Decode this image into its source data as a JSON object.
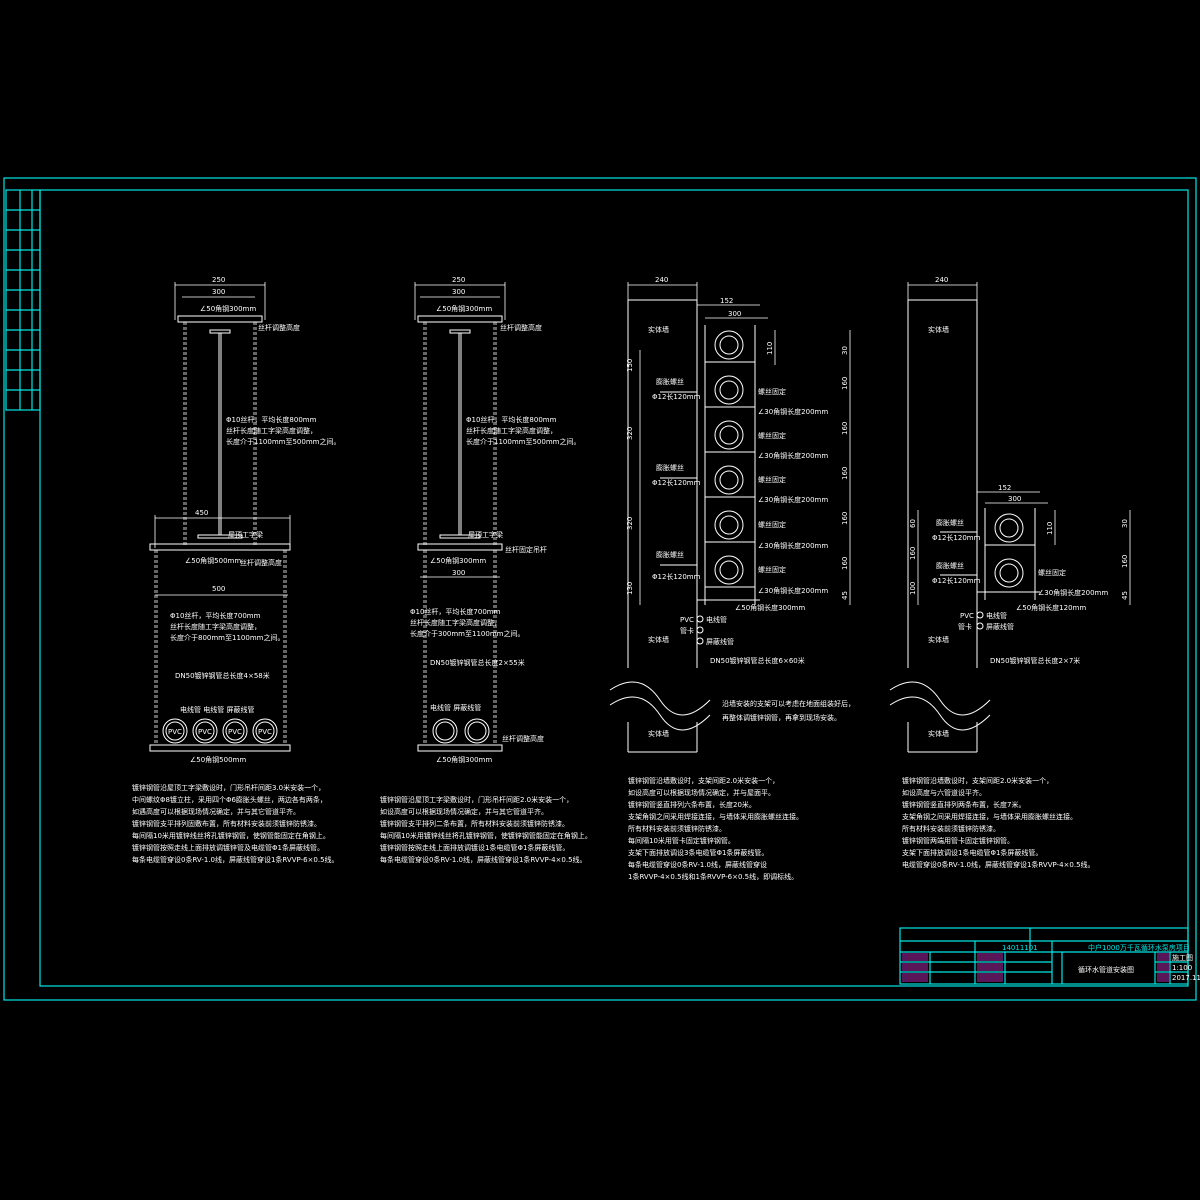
{
  "colors": {
    "background": "#000000",
    "frame": "#00e5e5",
    "lines": "#ffffff",
    "accent": "#ff40ff"
  },
  "view1": {
    "dim_top_outer": "250",
    "dim_top_inner": "300",
    "angle_top": "∠50角钢300mm",
    "label_top": "丝杆调整高度",
    "rod_note_1": "Φ10丝杆，平均长度800mm",
    "rod_note_2": "丝杆长度随工字梁高度调整，",
    "rod_note_3": "长度介于1100mm至500mm之间。",
    "beam_width": "450",
    "beam_label": "屋顶工字梁",
    "angle_mid": "∠50角钢500mm",
    "label_mid": "丝杆调整高度",
    "dim_mid_outer": "500",
    "rod2_note_1": "Φ10丝杆，平均长度700mm",
    "rod2_note_2": "丝杆长度随工字梁高度调整，",
    "rod2_note_3": "长度介于800mm至1100mm之间。",
    "pipe_total": "DN50镀锌钢管总长度4×58米",
    "pipe_labels": "电线管  电线管  屏蔽线管",
    "pipe_marks": [
      "PVC",
      "PVC",
      "PVC",
      "PVC"
    ],
    "angle_bottom": "∠50角钢500mm"
  },
  "view2": {
    "dim_top_outer": "250",
    "dim_top_inner": "300",
    "angle_top": "∠50角钢300mm",
    "label_top": "丝杆调整高度",
    "rod_note_1": "Φ10丝杆，平均长度800mm",
    "rod_note_2": "丝杆长度随工字梁高度调整，",
    "rod_note_3": "长度介于1100mm至500mm之间。",
    "beam_label": "屋顶工字梁",
    "fix_label": "丝杆固定吊杆",
    "angle_mid": "∠50角钢300mm",
    "dim_mid": "300",
    "rod2_note_1": "Φ10丝杆，平均长度700mm",
    "rod2_note_2": "丝杆长度随工字梁高度调整，",
    "rod2_note_3": "长度介于300mm至1100mm之间。",
    "pipe_total": "DN50镀锌钢管总长度2×55米",
    "pipe_labels": "电线管  屏蔽线管",
    "label_bottom": "丝杆调整高度",
    "angle_bottom": "∠50角钢300mm"
  },
  "view3": {
    "wall_dim": "240",
    "dim_152": "152",
    "dim_300": "300",
    "wall_label_top": "实体墙",
    "wall_label_mid": "实体墙",
    "wall_label_bottom": "实体墙",
    "left_dims": [
      "150",
      "320",
      "320",
      "130"
    ],
    "right_dims": [
      "110",
      "30",
      "160",
      "160",
      "160",
      "160",
      "160",
      "45"
    ],
    "bolt_label": "膨胀螺丝",
    "bolt_spec": "Φ12长120mm",
    "fix_label": "螺丝固定",
    "angle_label": "∠30角钢长度200mm",
    "angle_last": "∠50角钢长度300mm",
    "legend": [
      "PVC",
      "管卡",
      "电线管",
      "屏蔽线管"
    ],
    "pipe_total": "DN50镀锌钢管总长度6×60米",
    "note_1": "沿墙安装的支架可以考虑在地面组装好后，",
    "note_2": "再整体调镀锌钢管，再拿到现场安装。"
  },
  "view4": {
    "wall_dim": "240",
    "dim_152": "152",
    "dim_300": "300",
    "wall_label_top": "实体墙",
    "wall_label_mid": "实体墙",
    "wall_label_bottom": "实体墙",
    "left_dims": [
      "60",
      "160",
      "100"
    ],
    "right_dims": [
      "110",
      "30",
      "160",
      "45"
    ],
    "bolt_label": "膨胀螺丝",
    "bolt_spec": "Φ12长120mm",
    "fix_label": "螺丝固定",
    "angle_label": "∠30角钢长度200mm",
    "angle_last": "∠50角钢长度120mm",
    "legend": [
      "PVC",
      "电线管",
      "管卡",
      "屏蔽线管"
    ],
    "pipe_total": "DN50镀锌钢管总长度2×7米"
  },
  "notes_1": [
    "镀锌钢管沿屋顶工字梁敷设时，门形吊杆间距3.0米安装一个，",
    "中间螺纹Φ8镀立柱，采用四个Φ6膨胀头螺丝，两边各有两条，",
    "如遇高度可以根据现场情况确定，并与其它管道平齐。",
    "镀锌钢管支平排列固敷布置，所有材料安装前须镀锌防锈漆。",
    "每间隔10米用镀锌线丝将孔镀锌钢管，使钢管能固定在角钢上。",
    "镀锌钢管按照走线上面排放调镀锌管及电缆管Φ1条屏蔽线管。",
    "每条电缆管穿设0条RV-1.0线，屏蔽线管穿设1条RVVP-6×0.5线。"
  ],
  "notes_2": [
    "镀锌钢管沿屋顶工字梁敷设时，门形吊杆间距2.0米安装一个，",
    "如设高度可以根据现场情况确定，并与其它管道平齐。",
    "镀锌钢管支平排列二条布置，所有材料安装前须镀锌防锈漆。",
    "每间隔10米用镀锌线丝将孔镀锌钢管，使镀锌钢管能固定在角钢上。",
    "镀锌钢管按照走线上面排放调镀设1条电缆管Φ1条屏蔽线管。",
    "每条电缆管穿设0条RV-1.0线，屏蔽线管穿设1条RVVP-4×0.5线。"
  ],
  "notes_3": [
    "镀锌钢管沿墙敷设时，支架间距2.0米安装一个，",
    "如设高度可以根据现场情况确定，并与屋面平。",
    "镀锌钢管竖直排列六条布置，长度20米。",
    "支架角钢之间采用焊接连接，与墙体采用膨胀螺丝连接。",
    "所有材料安装前须镀锌防锈漆。",
    "每间隔10米用管卡固定镀锌钢管。",
    "支架下面排放调设3条电缆管Φ1条屏蔽线管。",
    "每条电缆管穿设0条RV-1.0线，屏蔽线管穿设",
    "1条RVVP-4×0.5线和1条RVVP-6×0.5线，即调标线。"
  ],
  "notes_4": [
    "镀锌钢管沿墙敷设时，支架间距2.0米安装一个，",
    "如设高度与六管道设平齐。",
    "镀锌钢管竖直排列两条布置，长度7米。",
    "支架角钢之间采用焊接连接，与墙体采用膨胀螺丝连接。",
    "所有材料安装前须镀锌防锈漆。",
    "镀锌钢管两端用管卡固定镀锌钢管。",
    "支架下面排放调设1条电缆管Φ1条屏蔽线管。",
    "电缆管穿设0条RV-1.0线，屏蔽线管穿设1条RVVP-4×0.5线。"
  ],
  "title_block": {
    "drawing_title": "循环水管道安装图",
    "project": "中户1000万千瓦循环水泵房项目",
    "cert_no": "14011101",
    "stage_label": "施工图",
    "scale": "1:100",
    "date": "2017.11"
  }
}
